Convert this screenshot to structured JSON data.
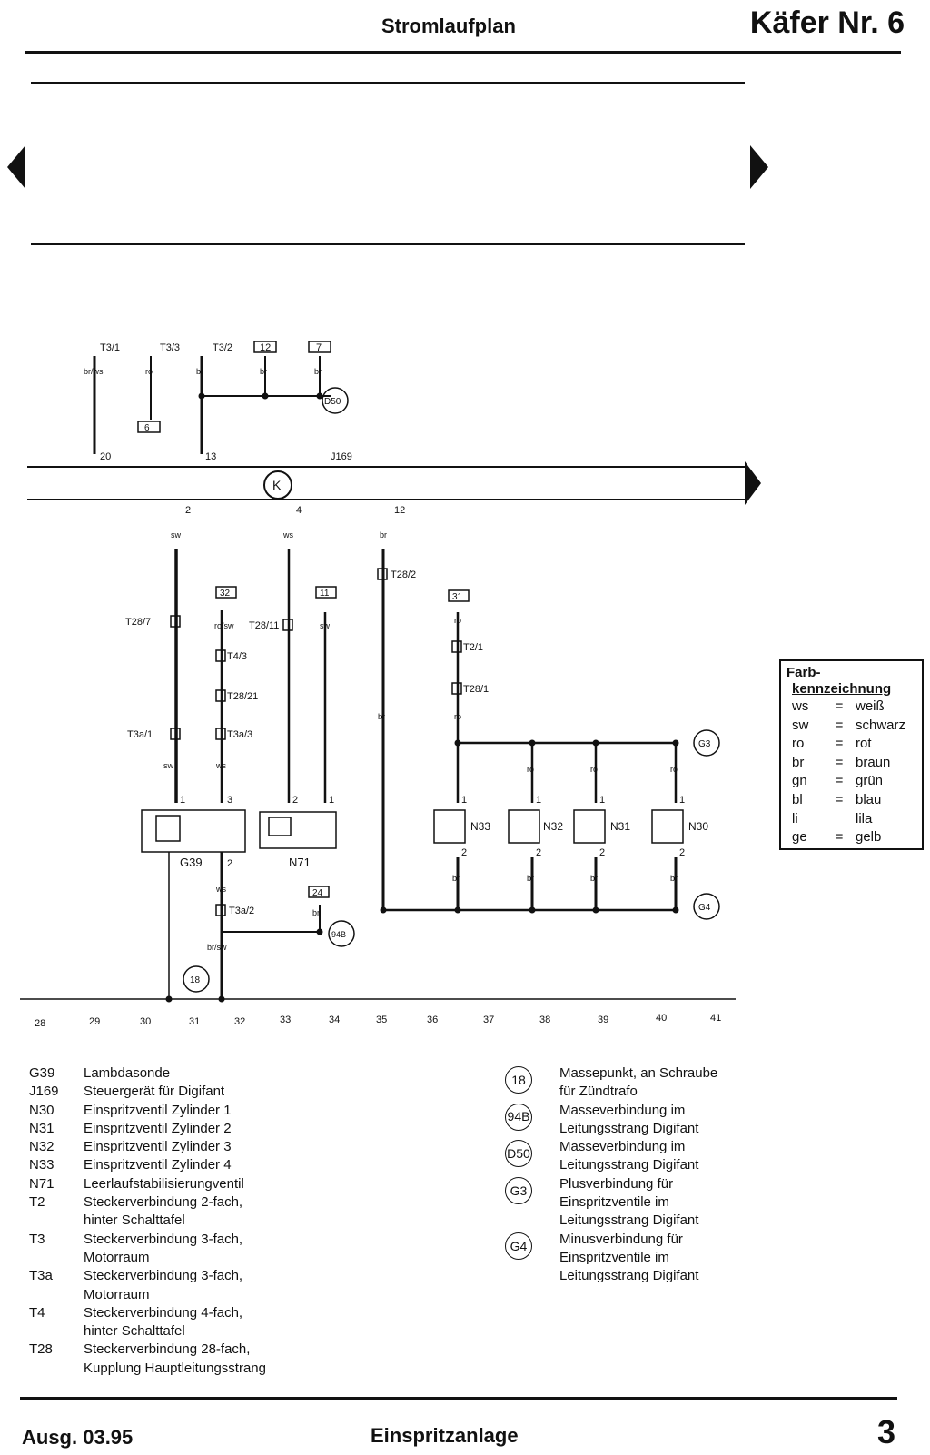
{
  "header": {
    "title": "Stromlaufplan",
    "model": "Käfer Nr. 6"
  },
  "footer": {
    "edition": "Ausg. 03.95",
    "section": "Einspritzanlage",
    "page": "3"
  },
  "colors": {
    "ink": "#111111",
    "paper": "#ffffff"
  },
  "legend": {
    "title_line1": "Farb-",
    "title_line2": "kennzeichnung",
    "items": [
      {
        "code": "ws",
        "eq": "=",
        "name": "weiß"
      },
      {
        "code": "sw",
        "eq": "=",
        "name": "schwarz"
      },
      {
        "code": "ro",
        "eq": "=",
        "name": "rot"
      },
      {
        "code": "br",
        "eq": "=",
        "name": "braun"
      },
      {
        "code": "gn",
        "eq": "=",
        "name": "grün"
      },
      {
        "code": "bl",
        "eq": "=",
        "name": "blau"
      },
      {
        "code": "li",
        "eq": "",
        "name": "lila"
      },
      {
        "code": "ge",
        "eq": "=",
        "name": "gelb"
      }
    ]
  },
  "components": [
    {
      "code": "G39",
      "desc": "Lambdasonde"
    },
    {
      "code": "J169",
      "desc": "Steuergerät für Digifant"
    },
    {
      "code": "N30",
      "desc": "Einspritzventil Zylinder 1"
    },
    {
      "code": "N31",
      "desc": "Einspritzventil Zylinder 2"
    },
    {
      "code": "N32",
      "desc": "Einspritzventil Zylinder 3"
    },
    {
      "code": "N33",
      "desc": "Einspritzventil Zylinder 4"
    },
    {
      "code": "N71",
      "desc": "Leerlaufstabilisierungventil"
    },
    {
      "code": "T2",
      "desc": "Steckerverbindung 2-fach,\nhinter Schalttafel"
    },
    {
      "code": "T3",
      "desc": "Steckerverbindung 3-fach,\nMotorraum"
    },
    {
      "code": "T3a",
      "desc": "Steckerverbindung 3-fach,\nMotorraum"
    },
    {
      "code": "T4",
      "desc": "Steckerverbindung 4-fach,\nhinter Schalttafel"
    },
    {
      "code": "T28",
      "desc": "Steckerverbindung 28-fach,\nKupplung Hauptleitungsstrang"
    }
  ],
  "grounds": [
    {
      "code": "18",
      "desc": "Massepunkt, an Schraube\nfür Zündtrafo"
    },
    {
      "code": "94B",
      "desc": "Masseverbindung im\nLeitungsstrang Digifant"
    },
    {
      "code": "D50",
      "desc": "Masseverbindung im\nLeitungsstrang Digifant"
    },
    {
      "code": "G3",
      "desc": "Plusverbindung für\nEinspritzventile im\nLeitungsstrang Digifant"
    },
    {
      "code": "G4",
      "desc": "Minusverbindung für\nEinspritzventile im\nLeitungsstrang Digifant"
    }
  ],
  "diagram": {
    "top_connectors": [
      {
        "label": "T3/1",
        "wire": "br/ws"
      },
      {
        "label": "T3/3",
        "wire": "ro"
      },
      {
        "label": "T3/2",
        "wire": "br"
      },
      {
        "label": "12",
        "wire": "br"
      },
      {
        "label": "7",
        "wire": "br"
      }
    ],
    "box_6": "6",
    "pin_20": "20",
    "pin_13": "13",
    "ecu_label": "J169",
    "ecu_symbol": "K",
    "ecu_pins": [
      {
        "pin": "2",
        "wire": "sw"
      },
      {
        "pin": "4",
        "wire": "ws"
      },
      {
        "pin": "12",
        "wire": "br"
      }
    ],
    "d50": "D50",
    "g3": "G3",
    "g4": "G4",
    "g18": "18",
    "g94b": "94B",
    "ref_32": "32",
    "ref_11": "11",
    "ref_31": "31",
    "ref_24": "24",
    "t28_7": "T28/7",
    "t28_11": "T28/11",
    "t28_2": "T28/2",
    "t28_21": "T28/21",
    "t28_1": "T28/1",
    "t4_3": "T4/3",
    "t2_1": "T2/1",
    "t3a_1": "T3a/1",
    "t3a_3": "T3a/3",
    "t3a_2": "T3a/2",
    "wire_rows": "ro/sw",
    "wire_sw": "sw",
    "wire_ws": "ws",
    "wire_br": "br",
    "wire_ro": "ro",
    "wire_brsw": "br/sw",
    "g39": "G39",
    "n71": "N71",
    "valves": [
      "N33",
      "N32",
      "N31",
      "N30"
    ],
    "pin1": "1",
    "pin2": "2",
    "pin3": "3",
    "tracks": [
      "28",
      "29",
      "30",
      "31",
      "32",
      "33",
      "34",
      "35",
      "36",
      "37",
      "38",
      "39",
      "40",
      "41"
    ]
  }
}
